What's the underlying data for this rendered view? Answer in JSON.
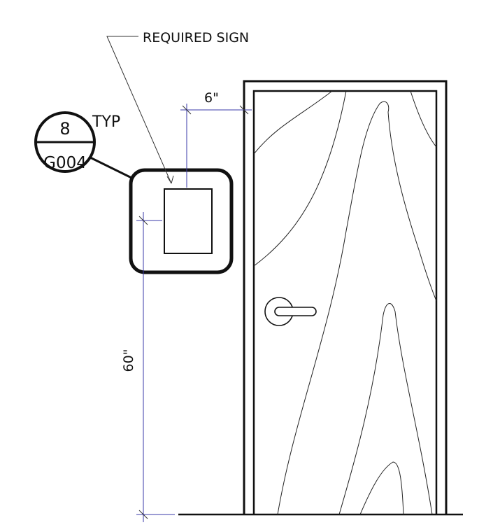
{
  "callout": {
    "label": "REQUIRED SIGN"
  },
  "detail_tag": {
    "number": "8",
    "sheet": "G004",
    "suffix": "TYP"
  },
  "dimensions": {
    "horizontal": "6\"",
    "vertical": "60\""
  },
  "colors": {
    "linework": "#111111",
    "dimension": "#3a3aa8",
    "background": "#ffffff"
  }
}
